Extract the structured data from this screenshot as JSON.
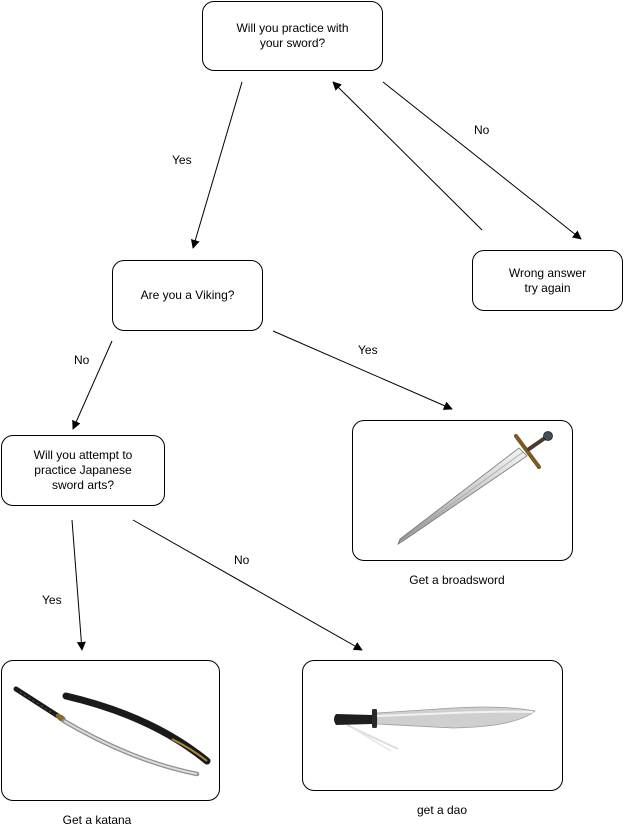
{
  "nodes": {
    "practice_question": "Will you practice with\nyour sword?",
    "wrong_answer": "Wrong answer\ntry again",
    "viking_question": "Are you a Viking?",
    "japanese_question": "Will you attempt to\npractice Japanese\nsword arts?"
  },
  "results": {
    "broadsword": "Get a broadsword",
    "katana": "Get a katana",
    "dao": "get a dao"
  },
  "edge_labels": {
    "practice_yes": "Yes",
    "practice_no": "No",
    "viking_no": "No",
    "viking_yes": "Yes",
    "japanese_yes": "Yes",
    "japanese_no": "No"
  }
}
